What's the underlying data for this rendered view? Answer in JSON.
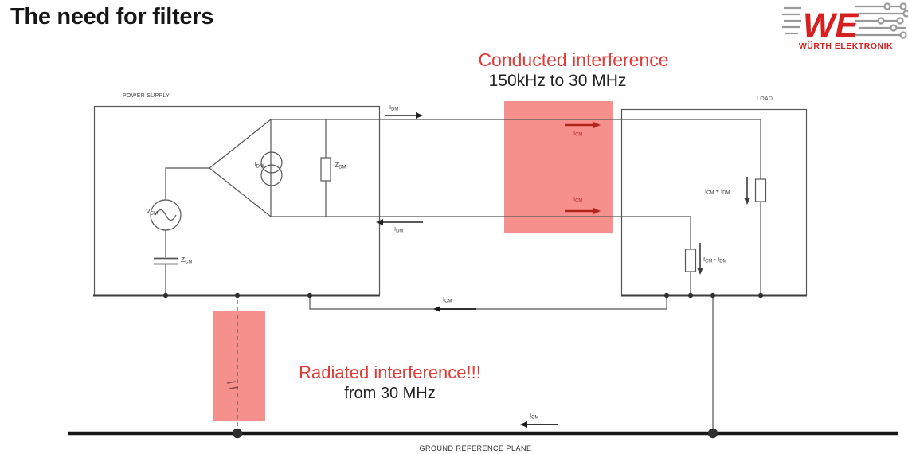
{
  "header": {
    "title": "The need for filters",
    "logo": {
      "brand": "WE",
      "company": "WÜRTH ELEKTRONIK"
    }
  },
  "annotations": {
    "conducted": {
      "title": "Conducted interference",
      "range": "150kHz to 30 MHz"
    },
    "radiated": {
      "title": "Radiated interference!!!",
      "range": "from 30 MHz"
    }
  },
  "diagram": {
    "power_supply_label": "POWER SUPPLY",
    "load_label": "LOAD",
    "ground_label": "GROUND REFERENCE PLANE",
    "labels": {
      "vcm": {
        "base": "V",
        "sub": "CM"
      },
      "zcm": {
        "base": "Z",
        "sub": "CM"
      },
      "zdm": {
        "base": "Z",
        "sub": "DM"
      },
      "idm_source": {
        "base": "I",
        "sub": "DM"
      },
      "idm_top_arrow": {
        "base": "I",
        "sub": "DM"
      },
      "idm_return_arrow": {
        "base": "I",
        "sub": "DM"
      },
      "icm_line1_arrow": {
        "base": "I",
        "sub": "CM"
      },
      "icm_line2_arrow": {
        "base": "I",
        "sub": "CM"
      },
      "icm_return_arrow": {
        "base": "I",
        "sub": "CM"
      },
      "icm_ground_arrow": {
        "base": "I",
        "sub": "CM"
      },
      "load_current_sum": {
        "a": "I",
        "a_sub": "CM",
        "op": " + ",
        "b": "I",
        "b_sub": "DM"
      },
      "load_current_diff": {
        "a": "I",
        "a_sub": "CM",
        "op": " - ",
        "b": "I",
        "b_sub": "DM"
      }
    },
    "colors": {
      "highlight_red": "#f5908c",
      "accent_red": "#e23b36",
      "arrow_dark_red": "#b3251c",
      "wire_gray": "#565656"
    }
  }
}
